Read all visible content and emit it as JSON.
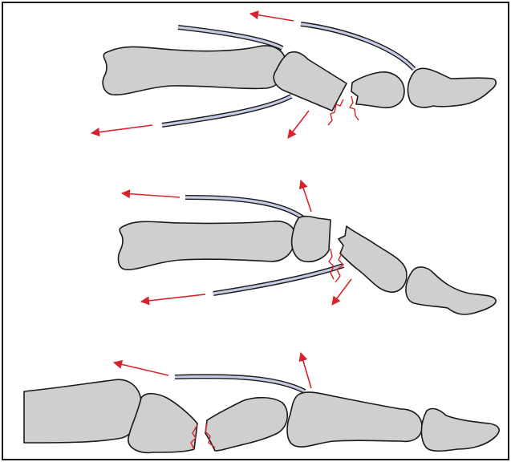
{
  "figure": {
    "colors": {
      "bone_fill": "#cfcfcf",
      "outline": "#1a1a1a",
      "tendon": "#c6cbe4",
      "force_arrow": "#d8232a",
      "fracture_line": "#d8232a"
    },
    "panels": [
      {
        "content": "finger-bones-with-tendons-and-fracture"
      },
      {
        "content": "finger-bones-with-tendons-and-fracture"
      },
      {
        "content": "finger-bones-with-tendon-and-fracture"
      }
    ]
  }
}
